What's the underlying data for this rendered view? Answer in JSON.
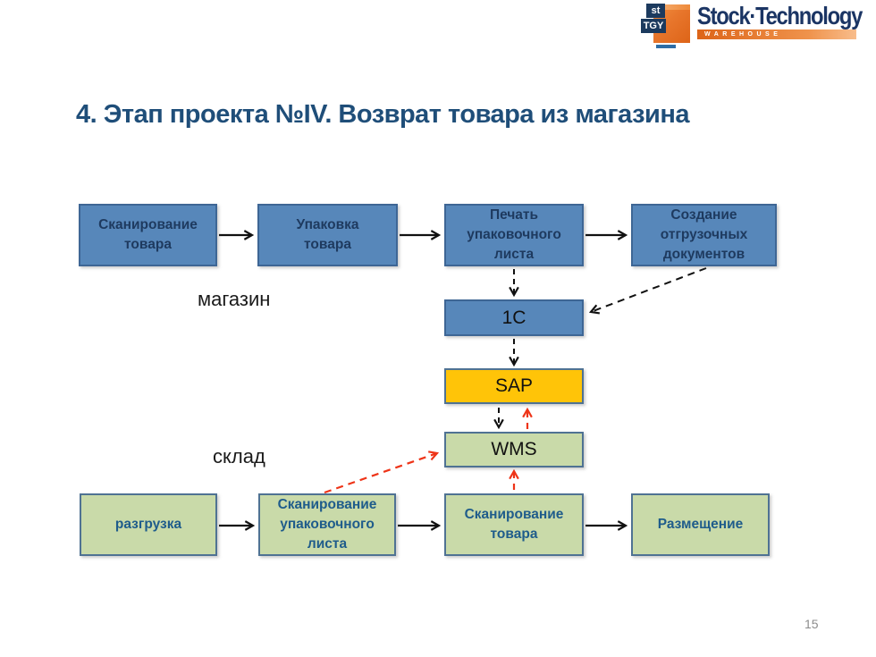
{
  "logo": {
    "cube_top": "st",
    "cube_side": "TGY",
    "brand": "Stock·Technology",
    "tagline": "WAREHOUSE"
  },
  "slide": {
    "title": "4. Этап проекта №IV. Возврат товара из магазина",
    "page_number": "15"
  },
  "zones": {
    "store_label": "магазин",
    "warehouse_label": "склад"
  },
  "flow": {
    "store_steps": [
      {
        "label": "Сканирование товара"
      },
      {
        "label": "Упаковка товара"
      },
      {
        "label": "Печать упаковочного листа"
      },
      {
        "label": "Создание отгрузочных документов"
      }
    ],
    "systems": [
      {
        "label": "1С"
      },
      {
        "label": "SAP"
      },
      {
        "label": "WMS"
      }
    ],
    "warehouse_steps": [
      {
        "label": "разгрузка"
      },
      {
        "label": "Сканирование упаковочного листа"
      },
      {
        "label": "Сканирование товара"
      },
      {
        "label": "Размещение"
      }
    ]
  },
  "colors": {
    "title": "#1F4E79",
    "store_box_fill": "#5787BA",
    "store_box_border": "#3E6695",
    "store_box_text": "#1E3A5F",
    "warehouse_box_fill": "#C9DAA9",
    "warehouse_box_border": "#4F7293",
    "warehouse_box_text": "#1F5C8B",
    "sap_fill": "#FFC408",
    "arrow_black": "#111111",
    "arrow_red": "#EE3418"
  }
}
